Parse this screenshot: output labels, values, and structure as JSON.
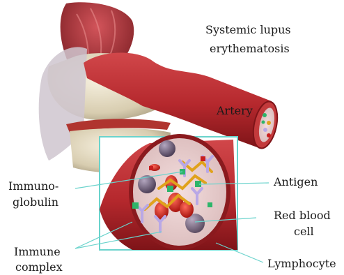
{
  "title": {
    "line1": "Systemic lupus",
    "line2": "erythematosis"
  },
  "labels": {
    "artery": "Artery",
    "immunoglobulin_line1": "Immuno-",
    "immunoglobulin_line2": "globulin",
    "antigen": "Antigen",
    "red_blood_cell_line1": "Red blood",
    "red_blood_cell_line2": "cell",
    "immune_complex_line1": "Immune",
    "immune_complex_line2": "complex",
    "lymphocyte": "Lymphocyte"
  },
  "colors": {
    "artery": "#b5282d",
    "artery_dark": "#7e1418",
    "bone": "#e2d9c2",
    "inset_frame": "#6ad3cc",
    "leader_line": "#6ad3cc",
    "antibody": "#b9a8e6",
    "antigen": "#2db56a",
    "gold_chain": "#e0a21c"
  }
}
